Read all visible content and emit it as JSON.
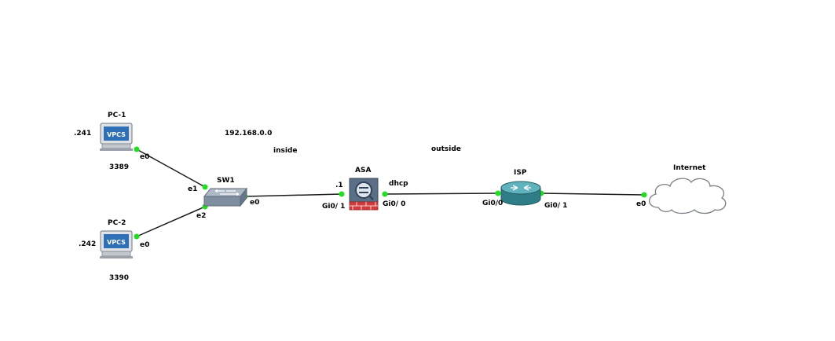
{
  "nodes": {
    "pc1": {
      "name": "PC-1",
      "ip": ".241",
      "port": "3389",
      "icon": "vpcs-monitor-icon",
      "badge": "VPCS"
    },
    "pc2": {
      "name": "PC-2",
      "ip": ".242",
      "port": "3390",
      "icon": "vpcs-monitor-icon",
      "badge": "VPCS"
    },
    "sw1": {
      "name": "SW1",
      "icon": "ethernet-switch-icon"
    },
    "asa": {
      "name": "ASA",
      "icon": "firewall-icon"
    },
    "isp": {
      "name": "ISP",
      "icon": "router-icon"
    },
    "internet": {
      "name": "Internet",
      "icon": "cloud-icon"
    }
  },
  "interfaces": {
    "pc1_e0": "e0",
    "pc2_e0": "e0",
    "sw1_e1": "e1",
    "sw1_e2": "e2",
    "sw1_e0": "e0",
    "asa_gi01": "Gi0/ 1",
    "asa_gi00": "Gi0/ 0",
    "isp_gi00": "Gi0/0",
    "isp_gi01": "Gi0/ 1",
    "internet_e0": "e0"
  },
  "annotations": {
    "network": "192.168.0.0",
    "inside": "inside",
    "outside": "outside",
    "asa_inside_ip": ".1",
    "asa_outside_ip": "dhcp"
  },
  "colors": {
    "link": "#1a1a1a",
    "port_dot": "#22dd22",
    "vpcs_badge": "#2f6fb5",
    "router": "#3f9fa8",
    "firewall_brick": "#d23b3b"
  }
}
